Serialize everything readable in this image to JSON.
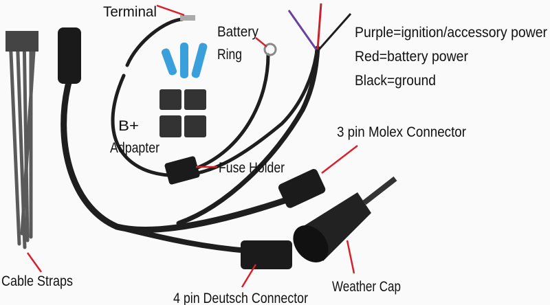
{
  "labels": {
    "terminal": "Terminal",
    "battery_ring_1": "Battery",
    "battery_ring_2": "Ring",
    "legend_purple": "Purple=ignition/accessory power",
    "legend_red": "Red=battery power",
    "legend_black": "Black=ground",
    "b_plus_1": "B+",
    "b_plus_2": "Adpapter",
    "molex": "3 pin Molex Connector",
    "fuse_holder": "Fuse Holder",
    "cable_straps": "Cable Straps",
    "weather_cap": "Weather Cap",
    "deutsch": "4 pin Deutsch Connector"
  },
  "colors": {
    "pointer": "#d8202a",
    "wire": "#1e1e1e",
    "purple": "#6a3fa0",
    "red": "#c8232c",
    "connector_blue": "#3aa0dc"
  }
}
